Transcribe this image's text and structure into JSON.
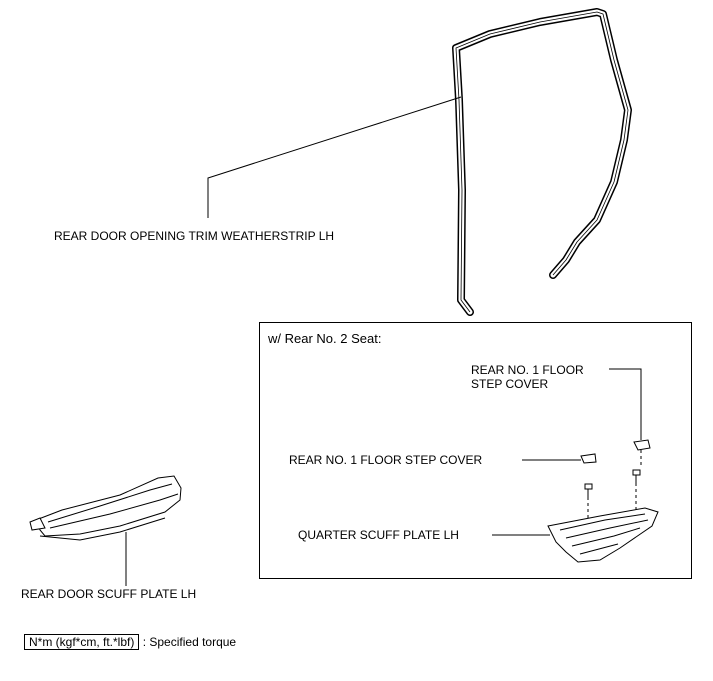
{
  "labels": {
    "weatherstrip": "REAR DOOR OPENING TRIM WEATHERSTRIP LH",
    "door_scuff": "REAR DOOR SCUFF PLATE LH",
    "floor_step_cover_a": "REAR NO. 1 FLOOR\nSTEP COVER",
    "floor_step_cover_b": "REAR NO. 1 FLOOR STEP COVER",
    "quarter_scuff": "QUARTER SCUFF PLATE LH"
  },
  "inset": {
    "title": "w/ Rear No. 2 Seat:"
  },
  "legend": {
    "unit": "N*m (kgf*cm, ft.*lbf)",
    "desc": ": Specified torque"
  }
}
